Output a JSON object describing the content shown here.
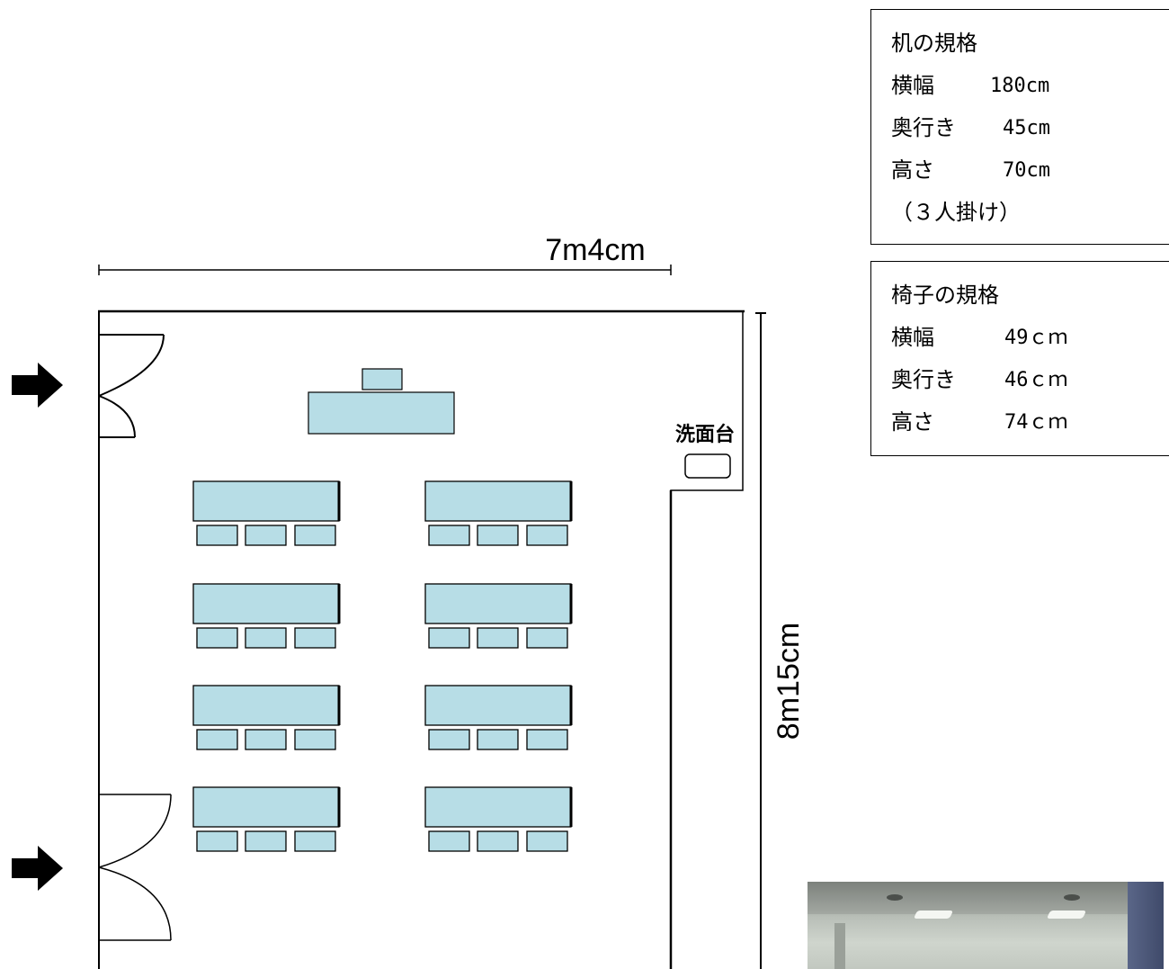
{
  "dimensions": {
    "width_label": "7m4cm",
    "height_label": "8m15cm"
  },
  "room": {
    "sink_label": "洗面台"
  },
  "desk_spec": {
    "title": "机の規格",
    "rows": [
      {
        "key": "横幅",
        "value": "180cm"
      },
      {
        "key": "奥行き",
        "value": "45cm"
      },
      {
        "key": "高さ",
        "value": "70cm"
      }
    ],
    "note": "（３人掛け）"
  },
  "chair_spec": {
    "title": "椅子の規格",
    "rows": [
      {
        "key": "横幅",
        "value": "49ｃｍ"
      },
      {
        "key": "奥行き",
        "value": "46ｃｍ"
      },
      {
        "key": "高さ",
        "value": "74ｃｍ"
      }
    ]
  },
  "colors": {
    "furniture_fill": "#b7dde6",
    "line": "#000000"
  },
  "icons": {
    "entrance_arrow": "arrow-right-icon"
  }
}
